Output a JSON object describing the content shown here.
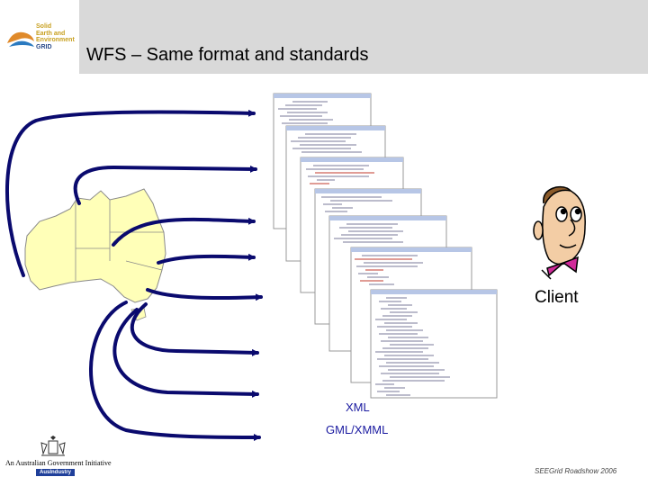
{
  "slide": {
    "title": "WFS – Same format and standards",
    "client_label": "Client",
    "xml_label": "XML",
    "gml_label": "GML/XMML",
    "footer": "SEEGrid Roadshow 2006"
  },
  "logo": {
    "lines": [
      "Solid",
      "Earth and",
      "Environment",
      "GRID"
    ]
  },
  "government": {
    "text": "An Australian Government Initiative",
    "badge": "AusIndustry"
  },
  "colors": {
    "arrow": "#0a0a6e",
    "header": "#d9d9d9",
    "map_fill": "#ffffb8",
    "map_stroke": "#8a8a8a"
  }
}
